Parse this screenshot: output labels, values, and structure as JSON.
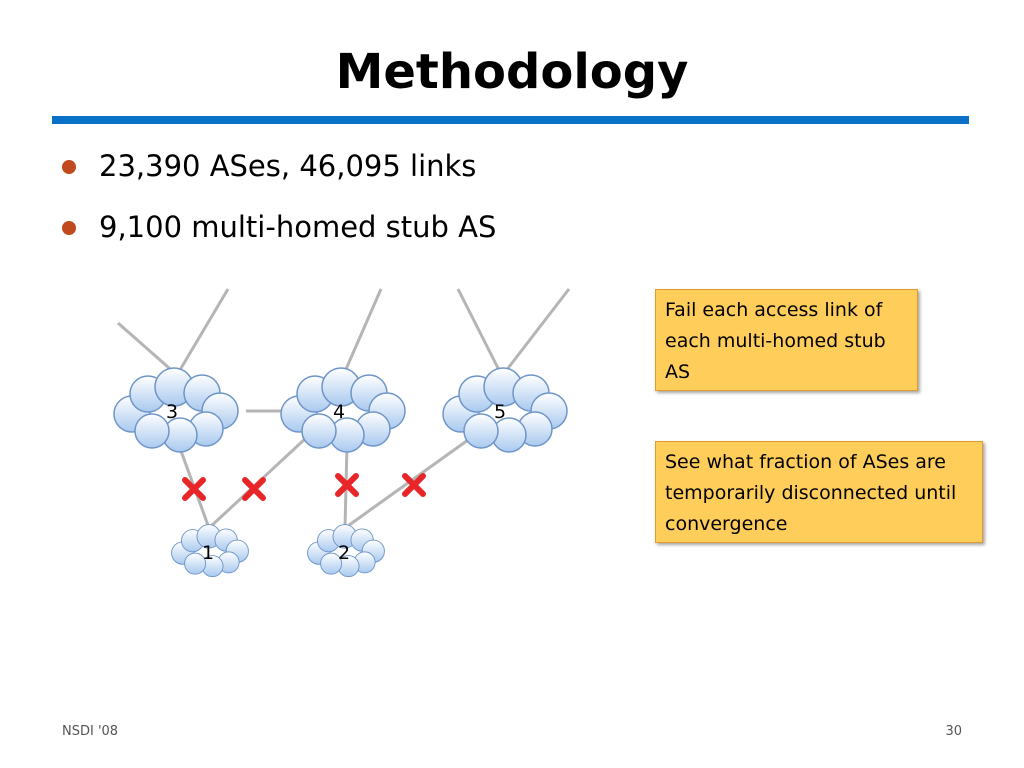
{
  "slide": {
    "title": "Methodology",
    "bullets": [
      "23,390 ASes, 46,095 links",
      "9,100 multi-homed stub AS"
    ],
    "footer_left": "NSDI '08",
    "page_number": "30"
  },
  "diagram": {
    "nodes": [
      {
        "id": "3",
        "label": "3"
      },
      {
        "id": "4",
        "label": "4"
      },
      {
        "id": "5",
        "label": "5"
      },
      {
        "id": "1",
        "label": "1"
      },
      {
        "id": "2",
        "label": "2"
      }
    ],
    "links": [
      {
        "from": "3",
        "to": "4"
      },
      {
        "from": "3",
        "to": "1",
        "failed": true
      },
      {
        "from": "4",
        "to": "1",
        "failed": true
      },
      {
        "from": "4",
        "to": "2",
        "failed": true
      },
      {
        "from": "5",
        "to": "2",
        "failed": true
      }
    ],
    "colors": {
      "cloud_fill_top": "#ffffff",
      "cloud_fill_bottom": "#a9c9ef",
      "cloud_stroke": "#6f95c8",
      "link": "#b5b5b5",
      "fail_mark": "#e8262a",
      "note_fill": "#fecd5a",
      "note_border": "#e19a2d",
      "rule": "#0a72c6",
      "bullet": "#c0491e"
    }
  },
  "notes": [
    "Fail each access link of each multi-homed stub AS",
    "See what fraction of ASes are temporarily disconnected until convergence"
  ]
}
